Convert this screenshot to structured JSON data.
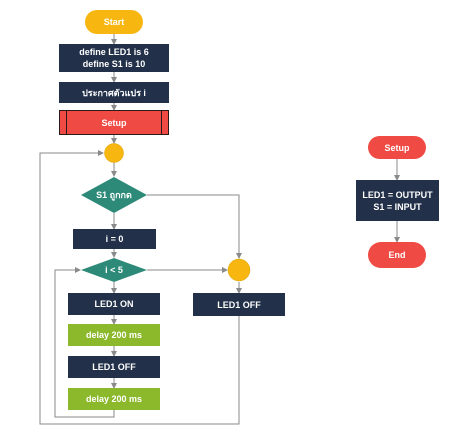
{
  "main_flow": {
    "start": "Start",
    "define_line1": "define LED1 is 6",
    "define_line2": "define S1 is 10",
    "declare": "ประกาศตัวแปร i",
    "setup": "Setup",
    "decision_s1": "S1 ถูกกด",
    "init_i": "i = 0",
    "decision_loop": "i < 5",
    "led_on": "LED1 ON",
    "delay1": "delay 200 ms",
    "led_off_inner": "LED1 OFF",
    "delay2": "delay 200 ms",
    "led_off_outer": "LED1 OFF"
  },
  "setup_flow": {
    "title": "Setup",
    "line1": "LED1 = OUTPUT",
    "line2": "S1 = INPUT",
    "end": "End"
  },
  "colors": {
    "dark_box": "#22304a",
    "green_box": "#8cb82c",
    "decision": "#2e8a78",
    "start_pill": "#f8b610",
    "red": "#ef4a44",
    "connector": "#f8b610",
    "line": "#8a8a8a"
  }
}
